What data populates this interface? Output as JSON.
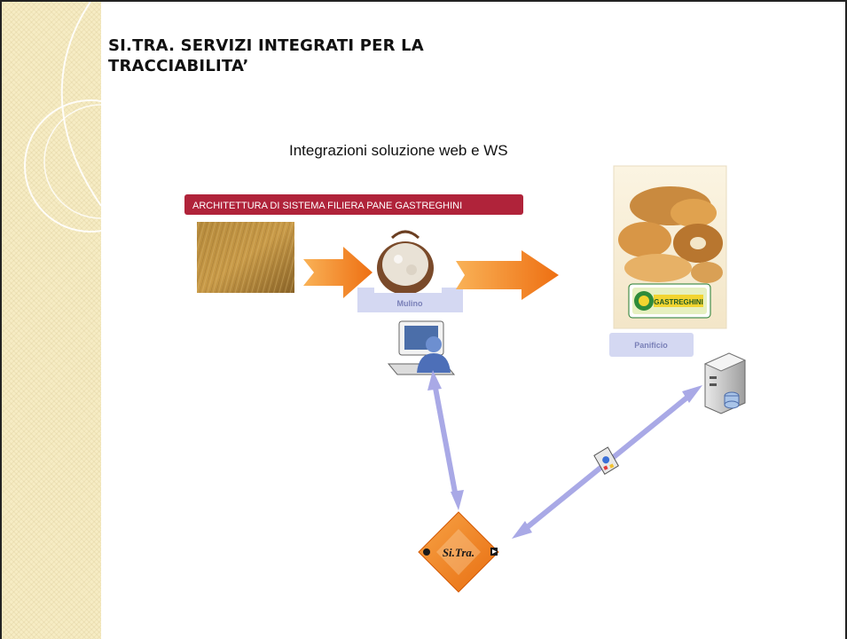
{
  "slide": {
    "title": "SI.TRA. SERVIZI INTEGRATI PER LA TRACCIABILITA’",
    "subtitle": "Integrazioni soluzione web e WS"
  },
  "diagram": {
    "banner": "ARCHITETTURA DI SISTEMA FILIERA PANE GASTREGHINI",
    "mulino_label": "Mulino",
    "panificio_label": "Panificio",
    "logo_text": "GASTREGHINI",
    "sitra_label": "Si.Tra.",
    "colors": {
      "banner": "#b0233a",
      "arrow_orange": "#f07e1a",
      "label_box": "#d4d8f2",
      "connector": "#a9a9e6",
      "sitra_orange": "#f08520"
    },
    "icons": [
      "wheat-field-image",
      "flour-sack-image",
      "bread-photo",
      "computer-user-icon",
      "server-icon",
      "satellite-dish-icon",
      "sitra-diamond-logo"
    ]
  }
}
